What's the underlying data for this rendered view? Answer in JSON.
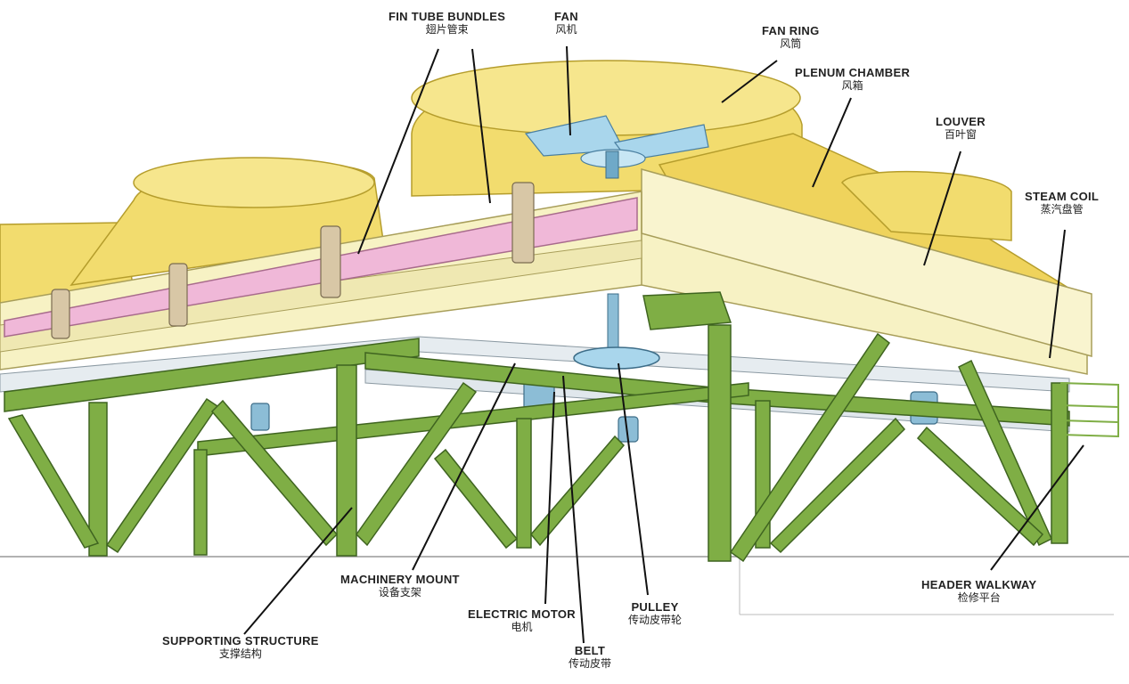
{
  "labels": {
    "fin_tube_bundles": {
      "en": "FIN TUBE BUNDLES",
      "zh": "翅片管束"
    },
    "fan": {
      "en": "FAN",
      "zh": "风机"
    },
    "fan_ring": {
      "en": "FAN RING",
      "zh": "风筒"
    },
    "plenum_chamber": {
      "en": "PLENUM CHAMBER",
      "zh": "风箱"
    },
    "louver": {
      "en": "LOUVER",
      "zh": "百叶窗"
    },
    "steam_coil": {
      "en": "STEAM COIL",
      "zh": "蒸汽盘管"
    },
    "machinery_mount": {
      "en": "MACHINERY MOUNT",
      "zh": "设备支架"
    },
    "electric_motor": {
      "en": "ELECTRIC MOTOR",
      "zh": "电机"
    },
    "pulley": {
      "en": "PULLEY",
      "zh": "传动皮带轮"
    },
    "belt": {
      "en": "BELT",
      "zh": "传动皮带"
    },
    "header_walkway": {
      "en": "HEADER WALKWAY",
      "zh": "检修平台"
    },
    "supporting_structure": {
      "en": "SUPPORTING STRUCTURE",
      "zh": "支撑结构"
    }
  },
  "colors": {
    "fan_ring_yellow": "#f2dc6e",
    "frame_cream": "#f7f2c4",
    "tube_pink": "#f0b8d8",
    "steel_green": "#7fae45",
    "fan_blue": "#a9d6ec"
  }
}
